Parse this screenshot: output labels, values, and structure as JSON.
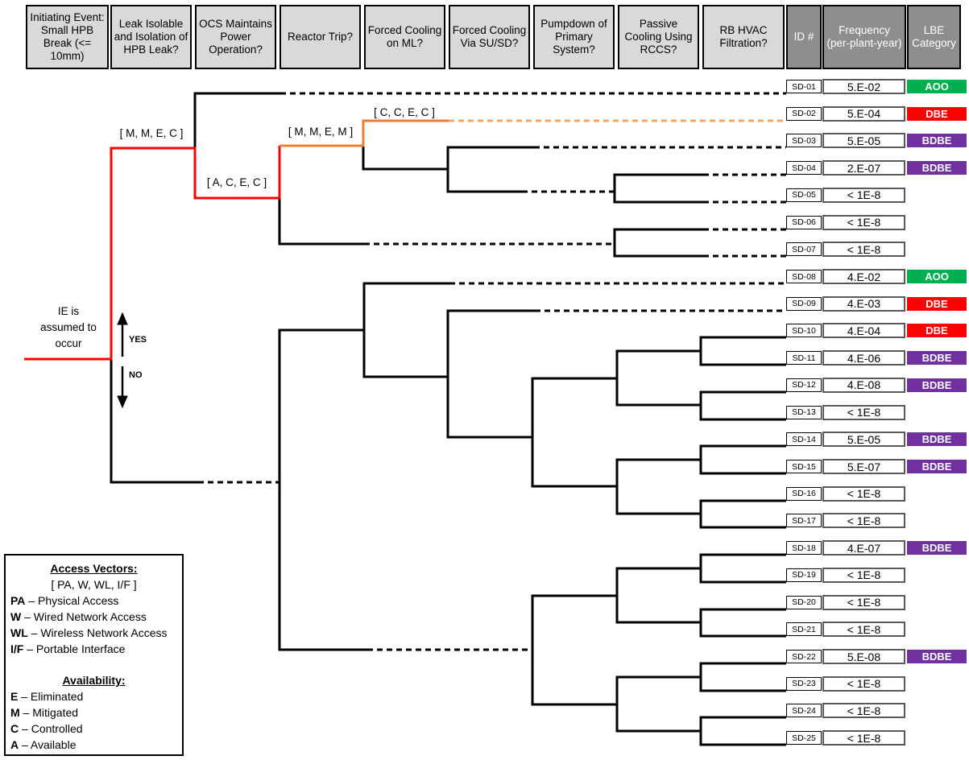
{
  "header": {
    "columns": [
      {
        "label": "Initiating Event: Small HPB Break (<= 10mm)"
      },
      {
        "label": "Leak Isolable and Isolation of HPB Leak?"
      },
      {
        "label": "OCS Maintains Power Operation?"
      },
      {
        "label": "Reactor Trip?"
      },
      {
        "label": "Forced Cooling on ML?"
      },
      {
        "label": "Forced Cooling Via SU/SD?"
      },
      {
        "label": "Pumpdown of Primary System?"
      },
      {
        "label": "Passive Cooling Using RCCS?"
      },
      {
        "label": "RB HVAC Filtration?"
      },
      {
        "label": "ID #"
      },
      {
        "label": "Frequency (per-plant-year)"
      },
      {
        "label": "LBE Category"
      }
    ]
  },
  "rows": [
    {
      "id": "SD-01",
      "frequency": "5.E-02",
      "category": "AOO"
    },
    {
      "id": "SD-02",
      "frequency": "5.E-04",
      "category": "DBE"
    },
    {
      "id": "SD-03",
      "frequency": "5.E-05",
      "category": "BDBE"
    },
    {
      "id": "SD-04",
      "frequency": "2.E-07",
      "category": "BDBE"
    },
    {
      "id": "SD-05",
      "frequency": "< 1E-8",
      "category": ""
    },
    {
      "id": "SD-06",
      "frequency": "< 1E-8",
      "category": ""
    },
    {
      "id": "SD-07",
      "frequency": "< 1E-8",
      "category": ""
    },
    {
      "id": "SD-08",
      "frequency": "4.E-02",
      "category": "AOO"
    },
    {
      "id": "SD-09",
      "frequency": "4.E-03",
      "category": "DBE"
    },
    {
      "id": "SD-10",
      "frequency": "4.E-04",
      "category": "DBE"
    },
    {
      "id": "SD-11",
      "frequency": "4.E-06",
      "category": "BDBE"
    },
    {
      "id": "SD-12",
      "frequency": "4.E-08",
      "category": "BDBE"
    },
    {
      "id": "SD-13",
      "frequency": "< 1E-8",
      "category": ""
    },
    {
      "id": "SD-14",
      "frequency": "5.E-05",
      "category": "BDBE"
    },
    {
      "id": "SD-15",
      "frequency": "5.E-07",
      "category": "BDBE"
    },
    {
      "id": "SD-16",
      "frequency": "< 1E-8",
      "category": ""
    },
    {
      "id": "SD-17",
      "frequency": "< 1E-8",
      "category": ""
    },
    {
      "id": "SD-18",
      "frequency": "4.E-07",
      "category": "BDBE"
    },
    {
      "id": "SD-19",
      "frequency": "< 1E-8",
      "category": ""
    },
    {
      "id": "SD-20",
      "frequency": "< 1E-8",
      "category": ""
    },
    {
      "id": "SD-21",
      "frequency": "< 1E-8",
      "category": ""
    },
    {
      "id": "SD-22",
      "frequency": "5.E-08",
      "category": "BDBE"
    },
    {
      "id": "SD-23",
      "frequency": "< 1E-8",
      "category": ""
    },
    {
      "id": "SD-24",
      "frequency": "< 1E-8",
      "category": ""
    },
    {
      "id": "SD-25",
      "frequency": "< 1E-8",
      "category": ""
    }
  ],
  "category_colors": {
    "AOO": "#00B050",
    "DBE": "#FF0000",
    "BDBE": "#7030A0"
  },
  "branch_labels": {
    "leak_isolable_yes": "[ M, M, E, C ]",
    "ocs_no": "[ A, C, E, C ]",
    "reactor_trip_yes": "[ M, M, E, M ]",
    "forced_cooling_ml_yes": "[ C, C, E, C ]"
  },
  "annotations": {
    "ie_note_lines": [
      "IE is",
      "assumed to",
      "occur"
    ],
    "yes_label": "YES",
    "no_label": "NO"
  },
  "legend": {
    "access_title": "Access Vectors:",
    "access_vector": "[ PA, W, WL, I/F ]",
    "separator": "–",
    "access_items": [
      {
        "code": "PA",
        "desc": "Physical Access"
      },
      {
        "code": "W",
        "desc": "Wired Network Access"
      },
      {
        "code": "WL",
        "desc": "Wireless Network Access"
      },
      {
        "code": "I/F",
        "desc": "Portable Interface"
      }
    ],
    "availability_title": "Availability:",
    "availability_items": [
      {
        "code": "E",
        "desc": "Eliminated"
      },
      {
        "code": "M",
        "desc": "Mitigated"
      },
      {
        "code": "C",
        "desc": "Controlled"
      },
      {
        "code": "A",
        "desc": "Available"
      }
    ]
  },
  "colors": {
    "attack_path_red": "#FF0000",
    "attack_path_orange": "#ED7D31",
    "attack_path_orange_dashed": "#F4A460",
    "tree_line": "#000000",
    "header_light_bg": "#D9D9D9",
    "header_dark_bg": "#8E8E8E",
    "frequency_box_border": "#595959"
  }
}
